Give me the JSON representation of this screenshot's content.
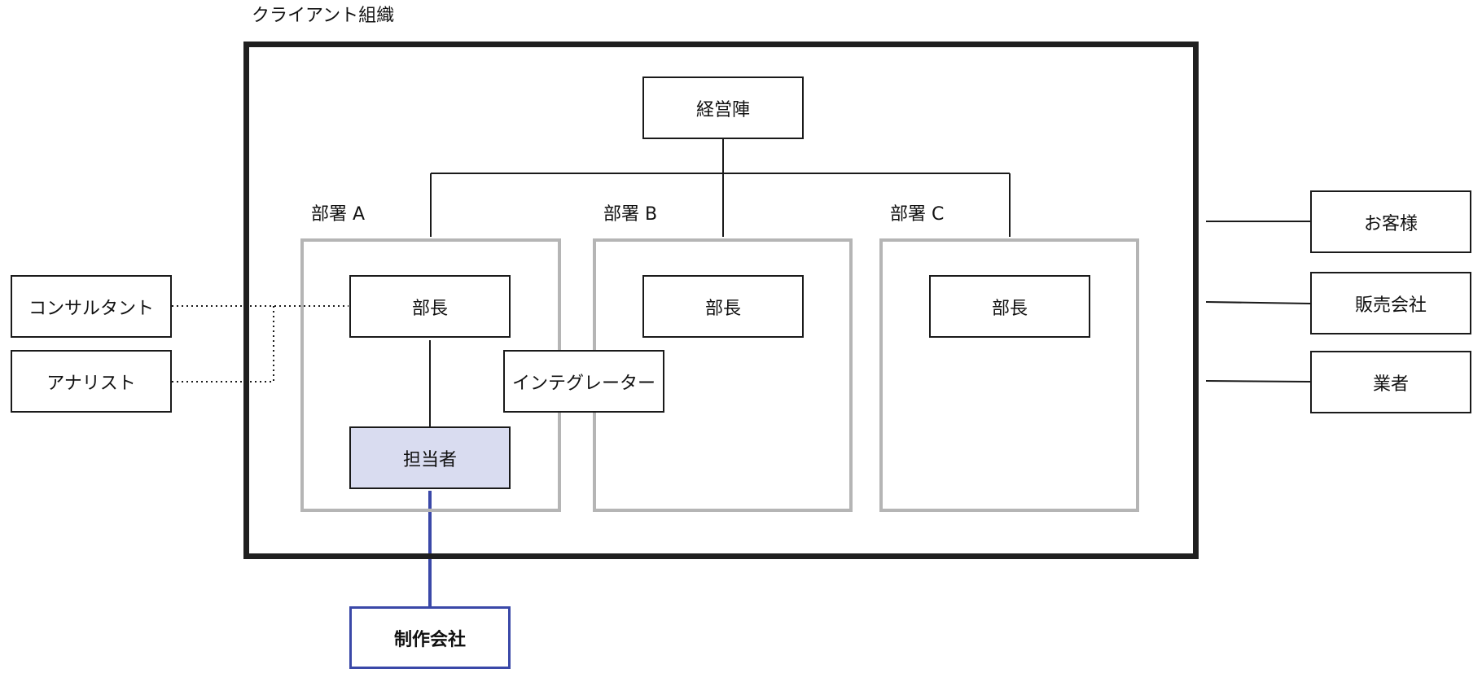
{
  "client_org": {
    "title": "クライアント組織"
  },
  "management": {
    "label": "経営陣"
  },
  "departments": [
    {
      "label": "部署 A",
      "head": "部長"
    },
    {
      "label": "部署 B",
      "head": "部長"
    },
    {
      "label": "部署 C",
      "head": "部長"
    }
  ],
  "staff": {
    "label": "担当者"
  },
  "integrator": {
    "label": "インテグレーター"
  },
  "advisors": [
    {
      "label": "コンサルタント"
    },
    {
      "label": "アナリスト"
    }
  ],
  "external": [
    {
      "label": "お客様"
    },
    {
      "label": "販売会社"
    },
    {
      "label": "業者"
    }
  ],
  "production": {
    "label": "制作会社"
  },
  "colors": {
    "frame": "#1f1f1f",
    "department_border": "#b5b5b5",
    "staff_fill": "#d9dcf0",
    "production_accent": "#3a48a8"
  }
}
